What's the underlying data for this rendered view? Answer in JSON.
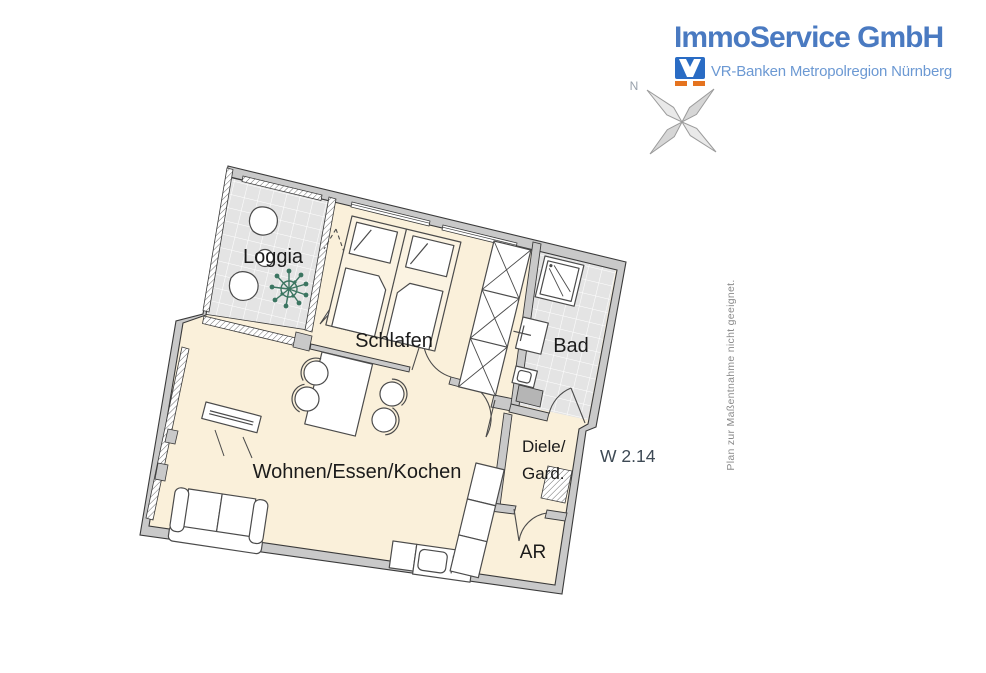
{
  "header": {
    "company_name": "ImmoService GmbH",
    "bank_line": "VR-Banken Metropolregion Nürnberg",
    "brand_blue": "#4a7ac1",
    "brand_light_blue": "#6c99d3",
    "logo_square_blue": "#2a6cc4",
    "logo_orange": "#e5731f"
  },
  "compass": {
    "north_label": "N"
  },
  "floor_plan": {
    "unit_label": "W 2.14",
    "disclaimer": "Plan zur Maßentnahme nicht geeignet.",
    "rooms": [
      {
        "id": "loggia",
        "label": "Loggia",
        "floor": "tile"
      },
      {
        "id": "schlafen",
        "label": "Schlafen",
        "floor": "plain"
      },
      {
        "id": "bad",
        "label": "Bad",
        "floor": "tile"
      },
      {
        "id": "wohnen-essen-kochen",
        "label": "Wohnen/Essen/Kochen",
        "floor": "plain"
      },
      {
        "id": "diele-gard",
        "label_line_1": "Diele/",
        "label_line_2": "Gard.",
        "floor": "plain"
      },
      {
        "id": "ar",
        "label": "AR",
        "floor": "plain"
      }
    ],
    "colors": {
      "room_fill": "#faf0da",
      "tile_fill": "#e4e4e4",
      "wall_fill": "#c9c9c9",
      "outline": "#3a3a3a",
      "plant_green": "#3b7561",
      "unit_label_color": "#3e4a55"
    }
  }
}
